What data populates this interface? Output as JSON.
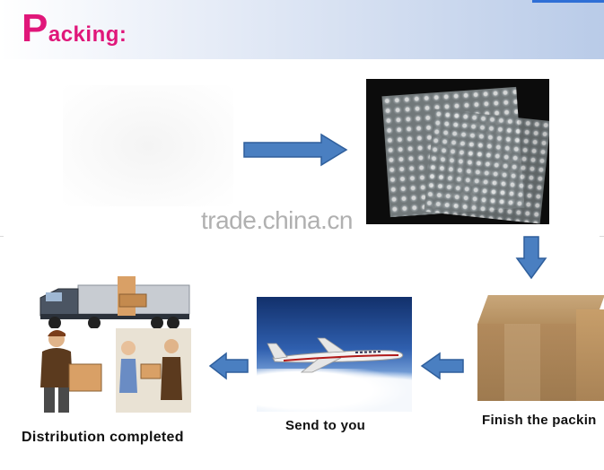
{
  "header": {
    "title_initial": "P",
    "title_rest": "acking:"
  },
  "watermark": "trade.china.cn",
  "steps": [
    {
      "caption": "Finish the packin"
    },
    {
      "caption": "Send to you"
    },
    {
      "caption": "Distribution completed"
    }
  ],
  "colors": {
    "title": "#e0177a",
    "arrow": "#4a7fc1",
    "header_gradient_end": "#b9cbe8"
  }
}
